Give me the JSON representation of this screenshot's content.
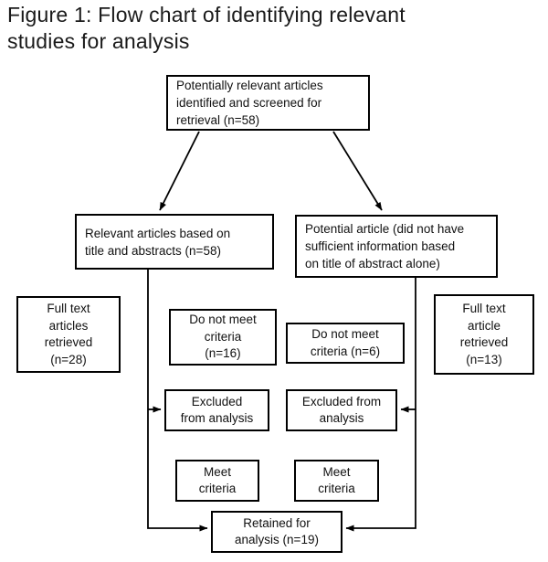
{
  "figure_title": "Figure 1: Flow chart of identifying relevant\nstudies for analysis",
  "nodes": {
    "screened": "Potentially relevant articles\nidentified and screened for\nretrieval (n=58)",
    "relevant": "Relevant articles based on\ntitle and abstracts (n=58)",
    "potential": "Potential article (did not have\nsufficient information based\non title of abstract alone)",
    "fulltext_left": "Full text\narticles\nretrieved\n(n=28)",
    "fulltext_right": "Full text\narticle\nretrieved\n(n=13)",
    "not_meet_left": "Do not meet\ncriteria\n(n=16)",
    "not_meet_right": "Do not meet\ncriteria (n=6)",
    "excluded_left": "Excluded\nfrom analysis",
    "excluded_right": "Excluded from\nanalysis",
    "meet_left": "Meet\ncriteria",
    "meet_right": "Meet\ncriteria",
    "retained": "Retained for\nanalysis (n=19)"
  },
  "edges": [
    {
      "from": "screened",
      "to": "relevant",
      "arrow": true
    },
    {
      "from": "screened",
      "to": "potential",
      "arrow": true
    },
    {
      "from": "relevant",
      "to": "excluded_left",
      "arrow": true
    },
    {
      "from": "relevant",
      "to": "retained",
      "arrow": true
    },
    {
      "from": "potential",
      "to": "excluded_right",
      "arrow": true
    },
    {
      "from": "potential",
      "to": "retained",
      "arrow": true
    }
  ],
  "colors": {
    "background": "#ffffff",
    "border": "#000000",
    "line": "#000000",
    "text": "#111111"
  }
}
